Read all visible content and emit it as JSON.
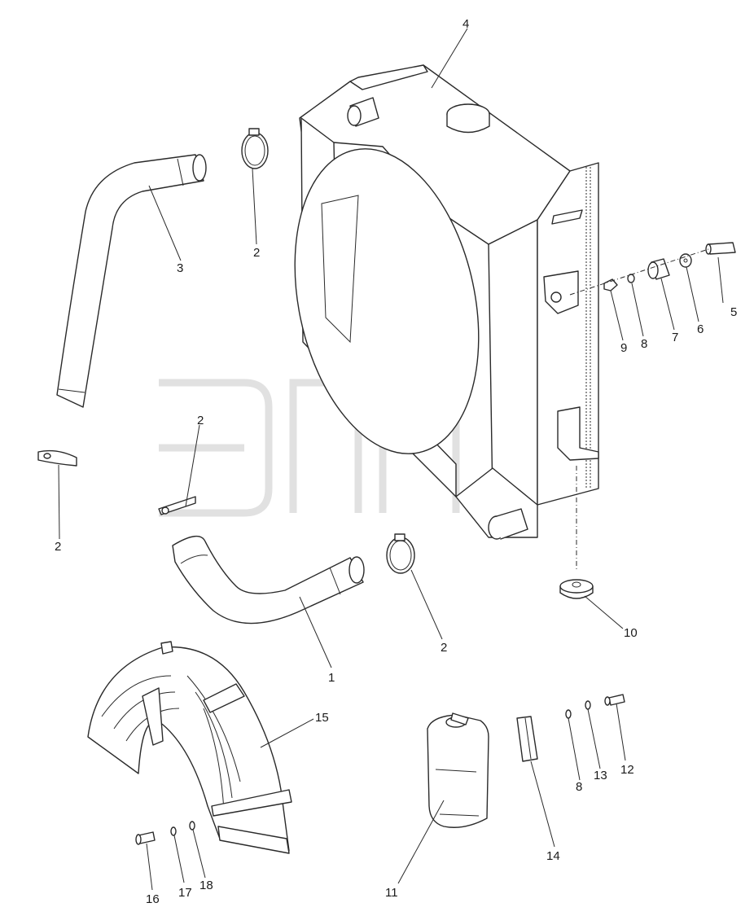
{
  "watermark": {
    "tm": "TM"
  },
  "callouts": {
    "c1": "1",
    "c2a": "2",
    "c2b": "2",
    "c2c": "2",
    "c2d": "2",
    "c3": "3",
    "c4": "4",
    "c5": "5",
    "c6": "6",
    "c7": "7",
    "c8a": "8",
    "c8b": "8",
    "c9": "9",
    "c10": "10",
    "c11": "11",
    "c12": "12",
    "c13": "13",
    "c14": "14",
    "c15": "15",
    "c16": "16",
    "c17": "17",
    "c18": "18"
  },
  "colors": {
    "line": "#2a2a2a",
    "watermark": "#c9c9c9",
    "background": "#ffffff"
  }
}
